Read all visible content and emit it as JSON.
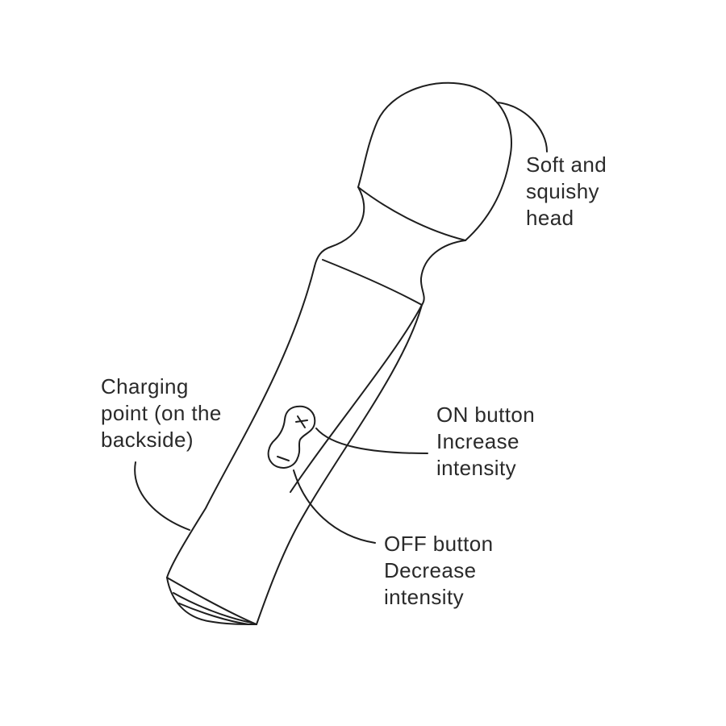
{
  "callouts": {
    "head": {
      "lines": [
        "Soft and",
        "squishy",
        "head"
      ]
    },
    "charging": {
      "lines": [
        "Charging",
        "point (on the",
        "backside)"
      ]
    },
    "on_button": {
      "lines": [
        "ON button",
        "Increase",
        "intensity"
      ]
    },
    "off_button": {
      "lines": [
        "OFF button",
        "Decrease",
        "intensity"
      ]
    }
  },
  "button_symbols": {
    "plus": "+",
    "minus": "−"
  }
}
